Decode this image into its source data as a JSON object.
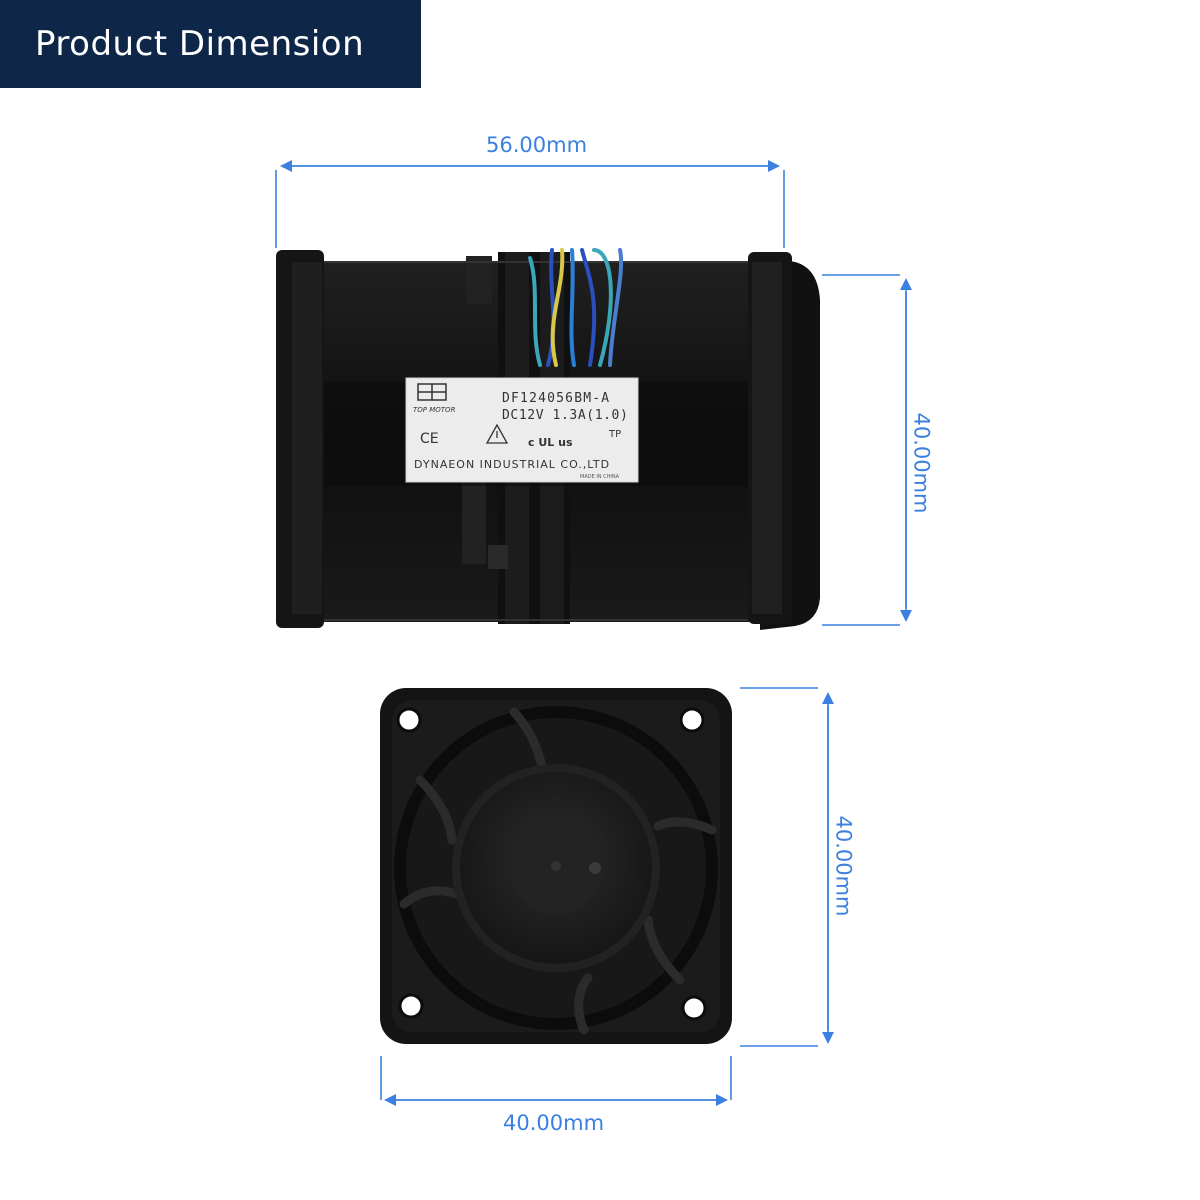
{
  "banner": {
    "title": "Product Dimension"
  },
  "dimensions": {
    "side_width": "56.00mm",
    "side_height": "40.00mm",
    "front_height": "40.00mm",
    "front_width": "40.00mm"
  },
  "fan_label": {
    "model": "DF124056BM-A",
    "rating": "DC12V 1.3A(1.0)",
    "brand": "TOP MOTOR",
    "ce_mark": "CE",
    "ul_mark": "c UL us",
    "tp_mark": "TP",
    "manufacturer": "DYNAEON INDUSTRIAL CO.,LTD",
    "origin": "MADE IN CHINA"
  },
  "colors": {
    "banner_bg": "#0e2748",
    "dimension_line": "#3b80e0",
    "fan_body": "#141414"
  }
}
